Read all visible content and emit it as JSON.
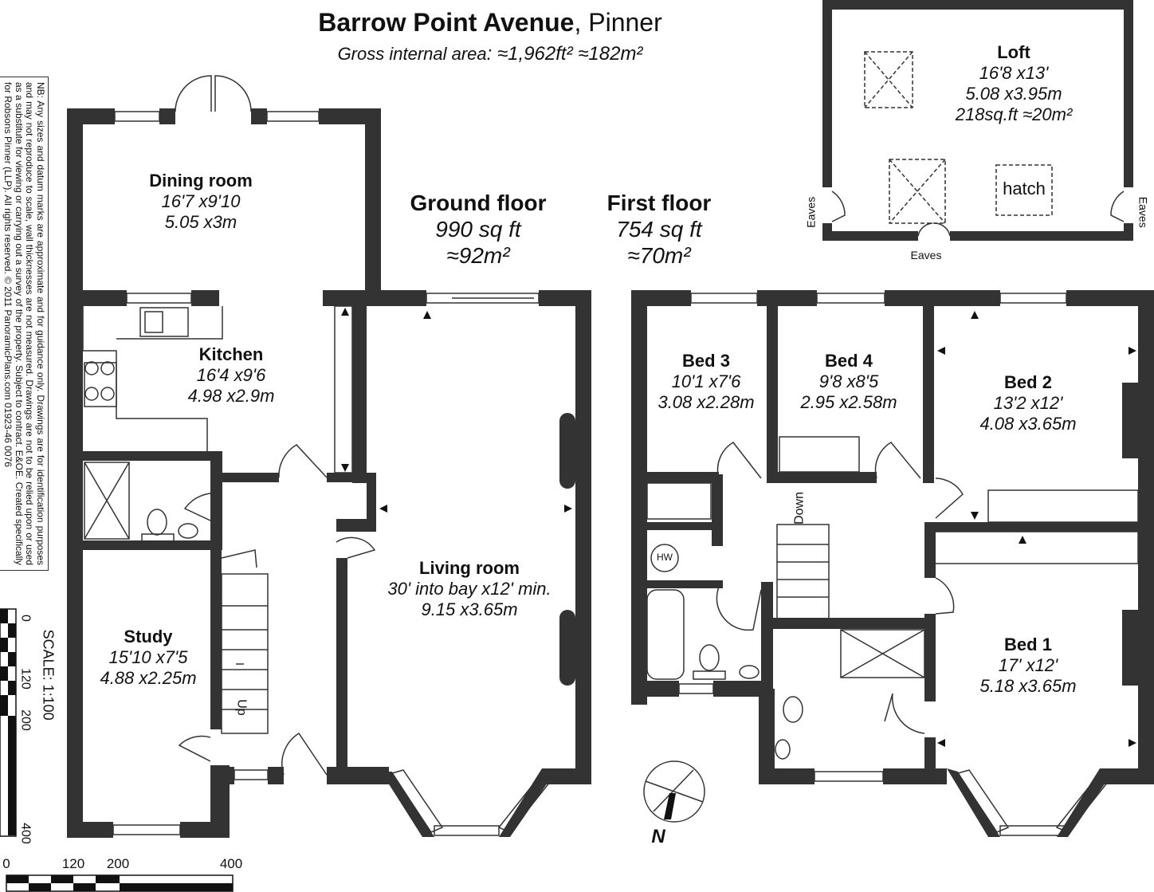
{
  "header": {
    "title_bold": "Barrow Point Avenue",
    "title_rest": ", Pinner",
    "area_label": "Gross internal area",
    "area_value": ": ≈1,962ft² ≈182m²"
  },
  "floors": {
    "ground": {
      "name": "Ground floor",
      "sqft": "990 sq ft",
      "sqm": "≈92m²"
    },
    "first": {
      "name": "First floor",
      "sqft": "754 sq ft",
      "sqm": "≈70m²"
    }
  },
  "rooms": {
    "dining": {
      "name": "Dining room",
      "imperial": "16'7 x9'10",
      "metric": "5.05 x3m"
    },
    "kitchen": {
      "name": "Kitchen",
      "imperial": "16'4 x9'6",
      "metric": "4.98 x2.9m"
    },
    "study": {
      "name": "Study",
      "imperial": "15'10 x7'5",
      "metric": "4.88 x2.25m"
    },
    "living": {
      "name": "Living room",
      "imperial": "30' into bay x12' min.",
      "metric": "9.15 x3.65m"
    },
    "bed3": {
      "name": "Bed 3",
      "imperial": "10'1 x7'6",
      "metric": "3.08 x2.28m"
    },
    "bed4": {
      "name": "Bed 4",
      "imperial": "9'8 x8'5",
      "metric": "2.95 x2.58m"
    },
    "bed2": {
      "name": "Bed 2",
      "imperial": "13'2 x12'",
      "metric": "4.08 x3.65m"
    },
    "bed1": {
      "name": "Bed 1",
      "imperial": "17' x12'",
      "metric": "5.18 x3.65m"
    },
    "loft": {
      "name": "Loft",
      "imperial": "16'8 x13'",
      "metric": "5.08 x3.95m",
      "area": "218sq.ft ≈20m²"
    }
  },
  "labels": {
    "hatch": "hatch",
    "eaves": "Eaves",
    "down": "Down",
    "up": "Up",
    "hw": "HW",
    "north": "N"
  },
  "disclaimer": "NB: Any sizes and datum marks are approximate and for guidance only. Drawings are for identification purposes and may not reproduce to scale, wall thicknesses are not measured. Drawings are not to be relied upon or used as a substitute for viewing or carrying out a survey of the property. Subject to contract. E&OE. Created specifically for Robsons Pinner (LLP). All rights reserved. © 2011 PanoramicPlans.com 01923-46 0076",
  "scale": {
    "label": "SCALE: 1:100",
    "ticks": [
      "0",
      "120",
      "200",
      "400"
    ]
  }
}
